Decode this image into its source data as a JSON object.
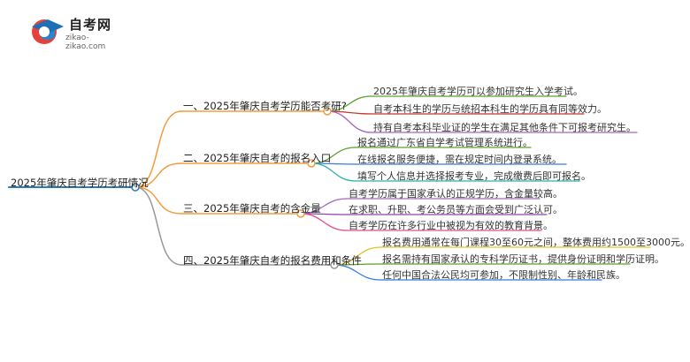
{
  "logo": {
    "title": "自考网",
    "subtitle": "zikao-zikao.com"
  },
  "root": {
    "label": "2025年肇庆自考学历考研情况",
    "color": "#2e7bb5"
  },
  "branches": [
    {
      "label": "一、2025年肇庆自考学历能否考研?",
      "color": "#f39c3c",
      "leaves": [
        {
          "text": "2025年肇庆自考学历可以参加研究生入学考试。",
          "color": "#5aa02c"
        },
        {
          "text": "自考本科生的学历与统招本科生的学历具有同等效力。",
          "color": "#c0392b"
        },
        {
          "text": "持有自考本科毕业证的学生在满足其他条件下可报考研究生。",
          "color": "#a569bd"
        }
      ]
    },
    {
      "label": "二、2025年肇庆自考的报名入口",
      "color": "#f39c3c",
      "leaves": [
        {
          "text": "报名通过广东省自学考试管理系统进行。",
          "color": "#5aa02c"
        },
        {
          "text": "在线报名服务便捷，需在规定时间内登录系统。",
          "color": "#3a7bd5"
        },
        {
          "text": "填写个人信息并选择报考专业，完成缴费后即可报名。",
          "color": "#2bb5a8"
        }
      ]
    },
    {
      "label": "三、2025年肇庆自考的含金量",
      "color": "#f39c3c",
      "leaves": [
        {
          "text": "自考学历属于国家承认的正规学历，含金量较高。",
          "color": "#a569bd"
        },
        {
          "text": "在求职、升职、考公务员等方面会受到广泛认可。",
          "color": "#8e44ad"
        },
        {
          "text": "自考学历在许多行业中被视为有效的教育背景。",
          "color": "#e74c8c"
        }
      ]
    },
    {
      "label": "四、2025年肇庆自考的报名费用和条件",
      "color": "#999999",
      "leaves": [
        {
          "text": "报名费用通常在每门课程30至60元之间，整体费用约1500至3000元。",
          "color": "#e6c229"
        },
        {
          "text": "报名需持有国家承认的专科学历证书，提供身份证明和学历证明。",
          "color": "#5aa02c"
        },
        {
          "text": "任何中国合法公民均可参加，不限制性别、年龄和民族。",
          "color": "#3a7bd5"
        }
      ]
    }
  ]
}
